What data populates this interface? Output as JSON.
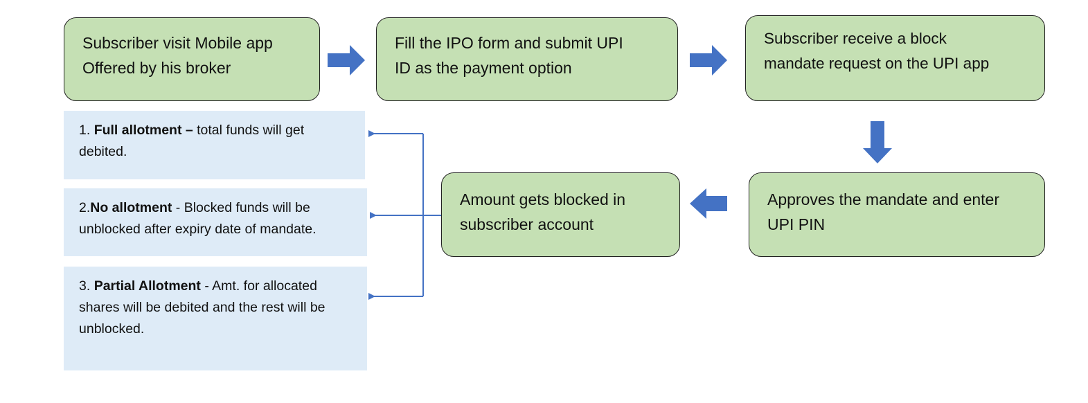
{
  "colors": {
    "step_fill": "#c5e0b4",
    "outcome_fill": "#deebf7",
    "arrow_fill": "#4472c4",
    "connector_line": "#4472c4"
  },
  "steps": [
    {
      "line1": "Subscriber visit Mobile app",
      "line2": "Offered by his broker"
    },
    {
      "line1": "Fill the IPO form and submit UPI",
      "line2": "ID as the payment option"
    },
    {
      "line1": "Subscriber receive a block",
      "line2": "mandate request on the UPI app"
    },
    {
      "line1": "Approves the mandate and enter",
      "line2": "UPI PIN"
    },
    {
      "line1": "Amount gets blocked in",
      "line2": "subscriber account"
    }
  ],
  "outcomes": [
    {
      "prefix": "1. ",
      "bold": "Full allotment –",
      "text": " total funds will get debited."
    },
    {
      "prefix": "2.",
      "bold": "No allotment",
      "text": " - Blocked funds will be unblocked after expiry date of mandate."
    },
    {
      "prefix": "3. ",
      "bold": "Partial Allotment",
      "text": " - Amt. for allocated shares will be debited and the rest will be unblocked."
    }
  ]
}
